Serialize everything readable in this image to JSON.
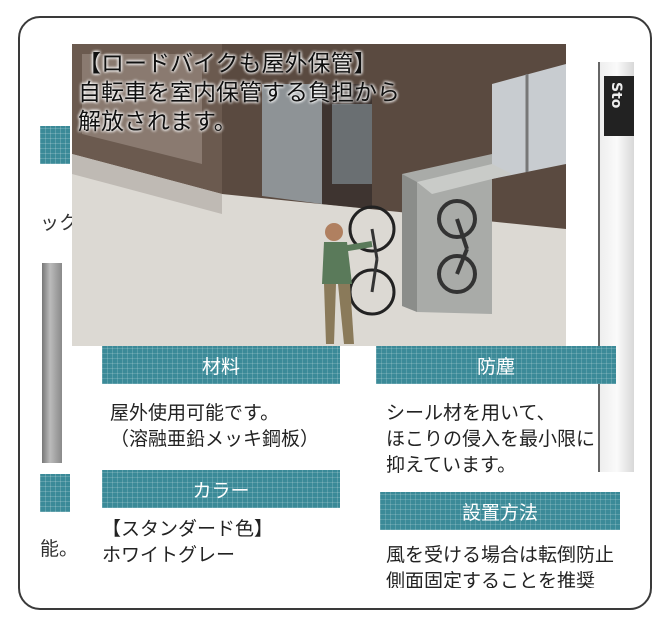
{
  "caption": {
    "line1": "【ロードバイクも屋外保管】",
    "line2": "自転車を室内保管する負担から",
    "line3": "解放されます。"
  },
  "left_edge": {
    "text1": "ックを",
    "text2": "能。"
  },
  "sign": {
    "text": "Sto"
  },
  "sections": {
    "material": {
      "title": "材料",
      "line1": "屋外使用可能です。",
      "line2": "（溶融亜鉛メッキ鋼板）"
    },
    "color": {
      "title": "カラー",
      "line1": "【スタンダード色】",
      "line2": "ホワイトグレー"
    },
    "dustproof": {
      "title": "防塵",
      "line1": "シール材を用いて、",
      "line2": "ほこりの侵入を最小限に",
      "line3": "抑えています。"
    },
    "install": {
      "title": "設置方法",
      "line1": "風を受ける場合は転倒防止",
      "line2": "側面固定することを推奨"
    }
  },
  "colors": {
    "accent": "#3b8a98",
    "frame": "#3a3a3a"
  }
}
